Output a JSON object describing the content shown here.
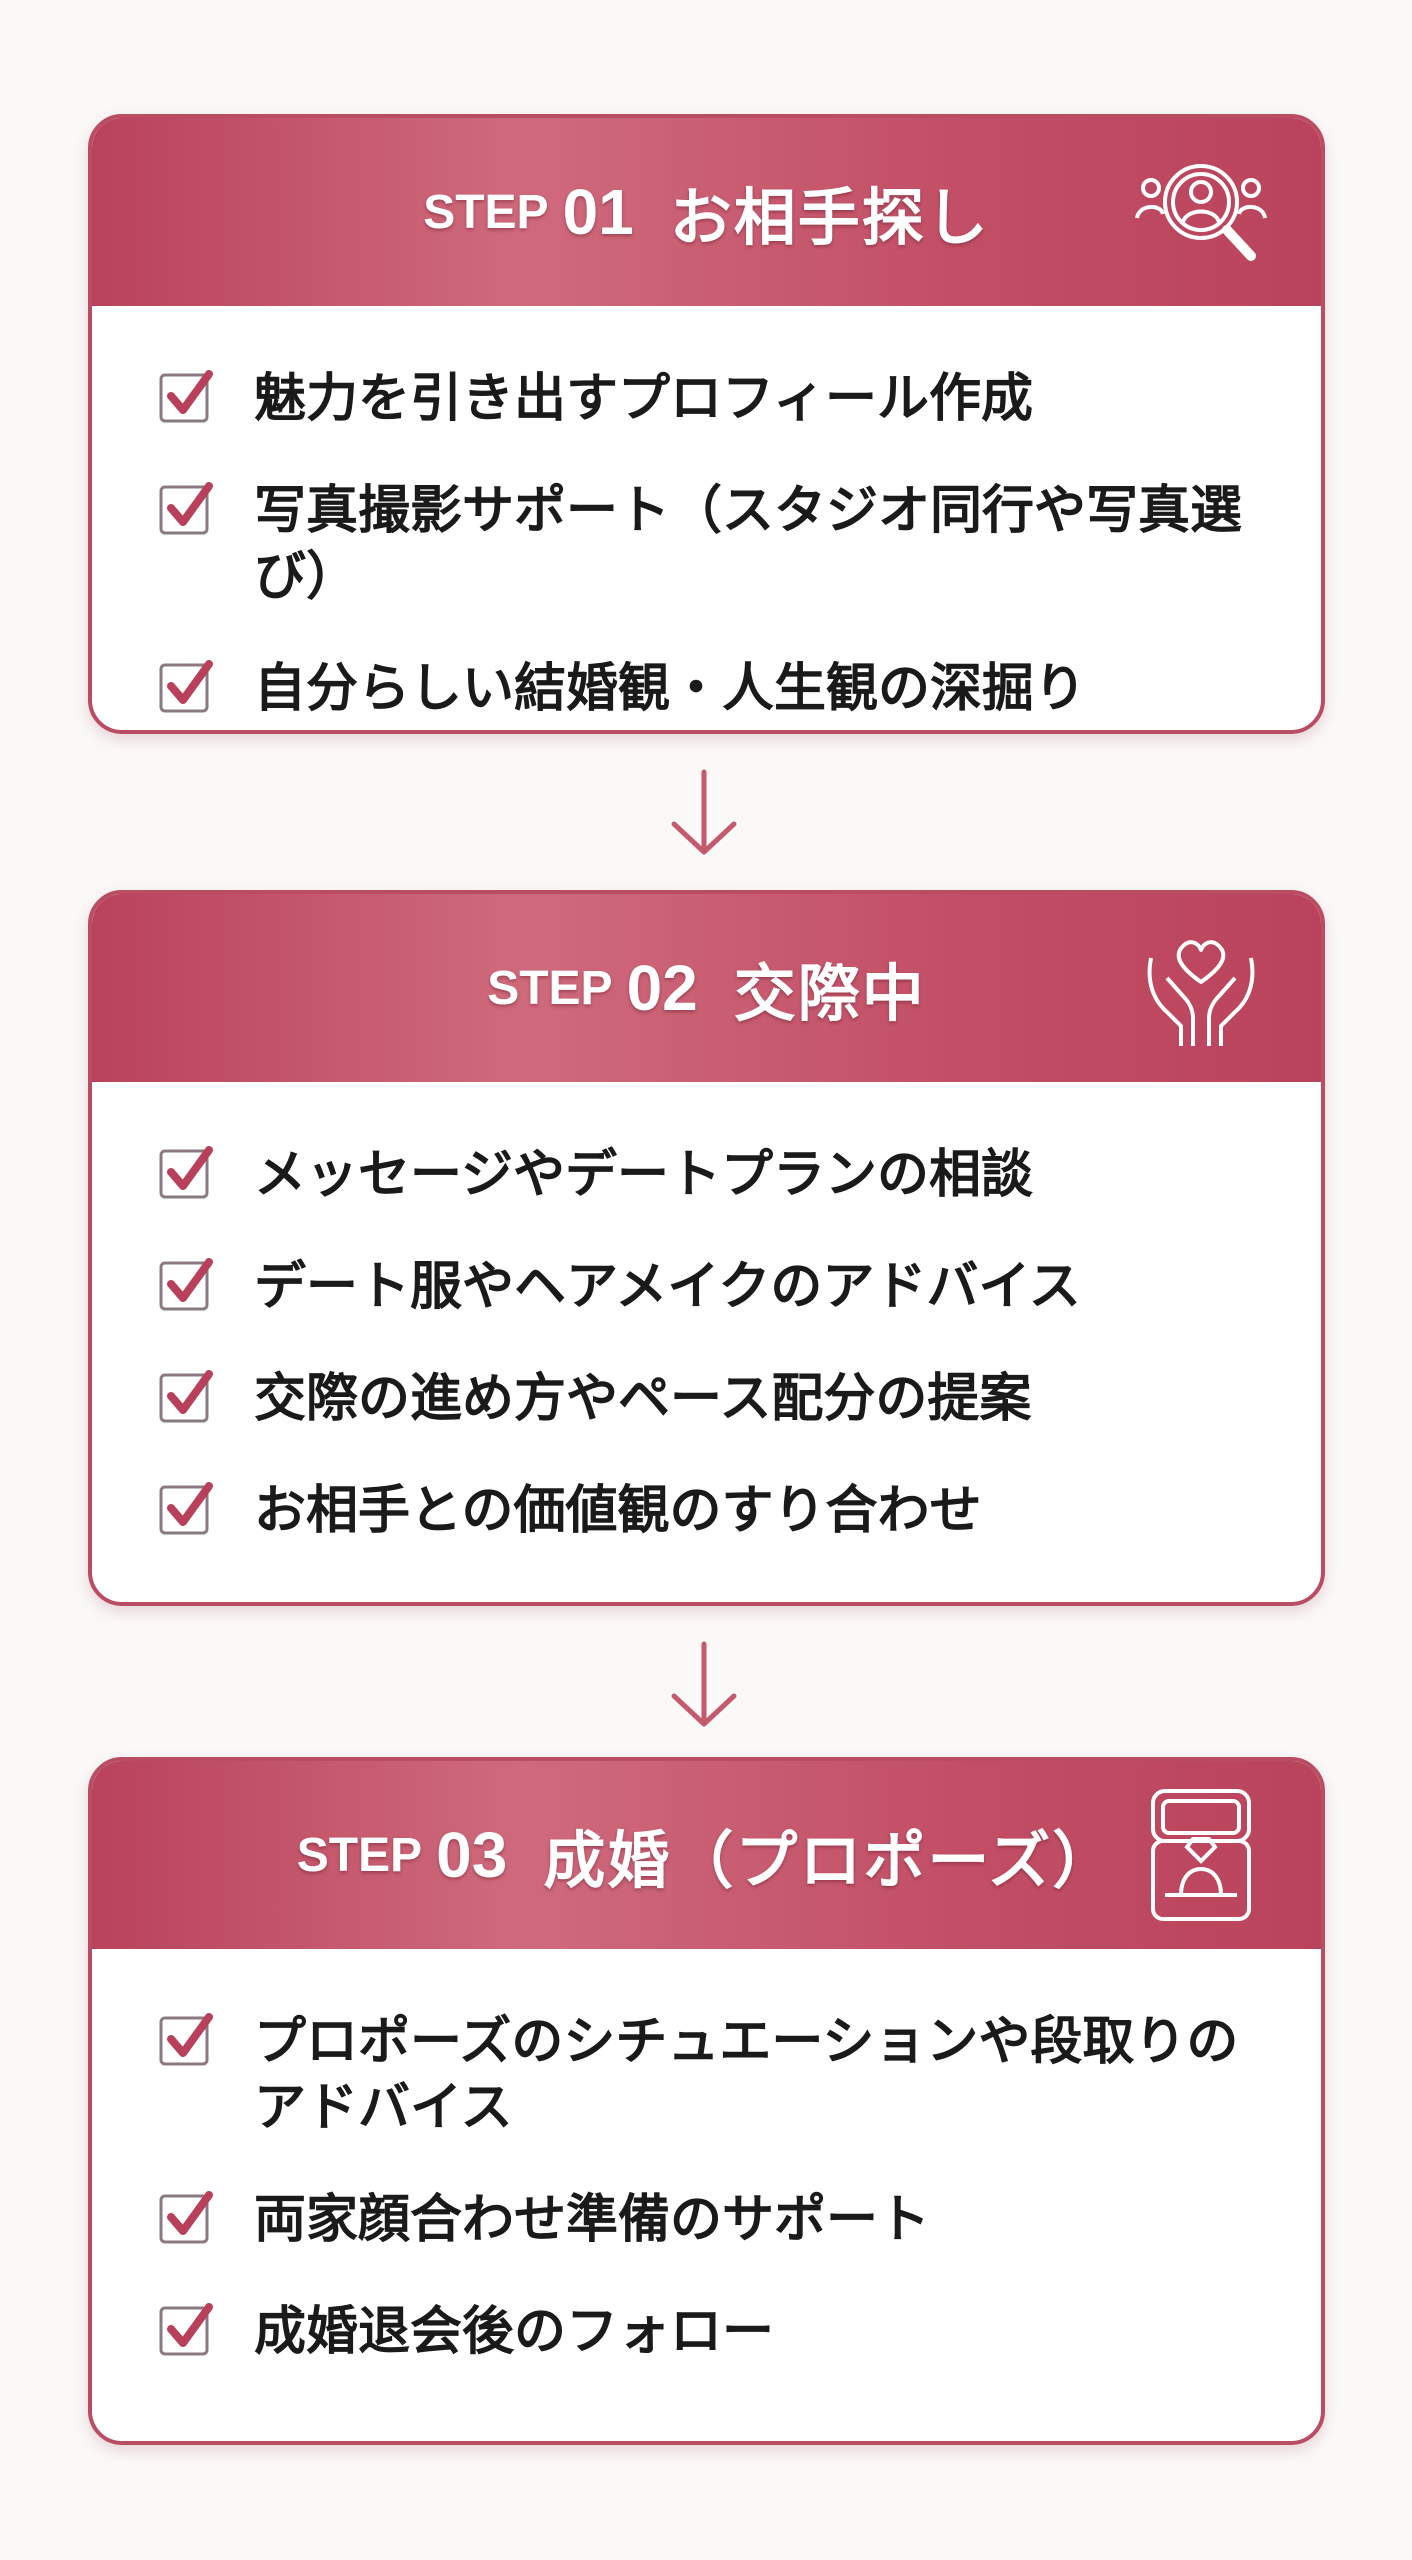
{
  "colors": {
    "accent": "#c24f66",
    "border": "#b94d63",
    "check": "#b8405a"
  },
  "steps": [
    {
      "label": "STEP",
      "number": "01",
      "title": "お相手探し",
      "icon": "search-person-icon",
      "items": [
        "魅力を引き出すプロフィール作成",
        "写真撮影サポート（スタジオ同行や写真選び）",
        "自分らしい結婚観・人生観の深掘り"
      ]
    },
    {
      "label": "STEP",
      "number": "02",
      "title": "交際中",
      "icon": "hands-heart-icon",
      "items": [
        "メッセージやデートプランの相談",
        "デート服やヘアメイクのアドバイス",
        "交際の進め方やペース配分の提案",
        "お相手との価値観のすり合わせ"
      ]
    },
    {
      "label": "STEP",
      "number": "03",
      "title": "成婚（プロポーズ）",
      "icon": "ring-box-icon",
      "items": [
        "プロポーズのシチュエーションや段取りのアドバイス",
        "両家顔合わせ準備のサポート",
        "成婚退会後のフォロー"
      ]
    }
  ]
}
